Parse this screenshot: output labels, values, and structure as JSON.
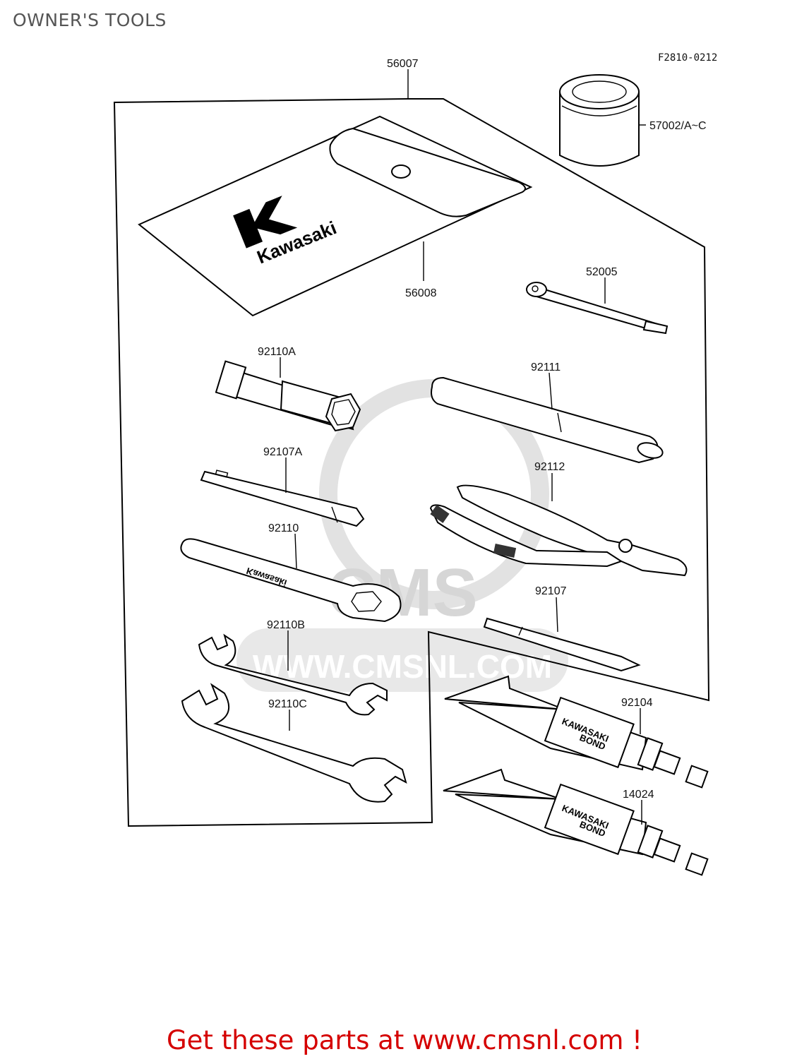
{
  "page": {
    "title": "OWNER'S TOOLS"
  },
  "diagram": {
    "reference_code": "F2810-0212",
    "parts": [
      {
        "part_no": "56007"
      },
      {
        "part_no": "57002/A~C"
      },
      {
        "part_no": "56008"
      },
      {
        "part_no": "52005"
      },
      {
        "part_no": "92110A"
      },
      {
        "part_no": "92111"
      },
      {
        "part_no": "92107A"
      },
      {
        "part_no": "92112"
      },
      {
        "part_no": "92110"
      },
      {
        "part_no": "92107"
      },
      {
        "part_no": "92110B"
      },
      {
        "part_no": "92104"
      },
      {
        "part_no": "92110C"
      },
      {
        "part_no": "14024"
      }
    ],
    "pouch_brand": "Kawasaki",
    "wrench_marking": "Kawasaki",
    "tube_label": [
      "KAWASAKI",
      "BOND"
    ]
  },
  "watermark": {
    "logo": "CMS",
    "url": "WWW.CMSNL.COM"
  },
  "footer": {
    "cta": "Get these parts at www.cmsnl.com !"
  }
}
